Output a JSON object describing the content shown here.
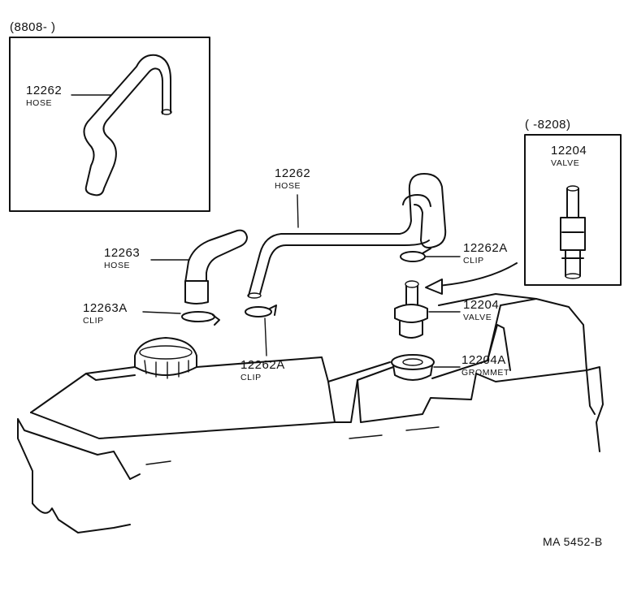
{
  "inset_left": {
    "date_label": "(8808-          )",
    "part": {
      "number": "12262",
      "name": "HOSE"
    }
  },
  "inset_right": {
    "date_label": "(        -8208)",
    "part": {
      "number": "12204",
      "name": "VALVE"
    }
  },
  "callouts": {
    "hose_main": {
      "number": "12262",
      "name": "HOSE"
    },
    "hose_small": {
      "number": "12263",
      "name": "HOSE"
    },
    "clip_small": {
      "number": "12263A",
      "name": "CLIP"
    },
    "clip_lower": {
      "number": "12262A",
      "name": "CLIP"
    },
    "clip_upper": {
      "number": "12262A",
      "name": "CLIP"
    },
    "valve": {
      "number": "12204",
      "name": "VALVE"
    },
    "grommet": {
      "number": "12204A",
      "name": "GROMMET"
    }
  },
  "figure_code": "MA 5452-B"
}
